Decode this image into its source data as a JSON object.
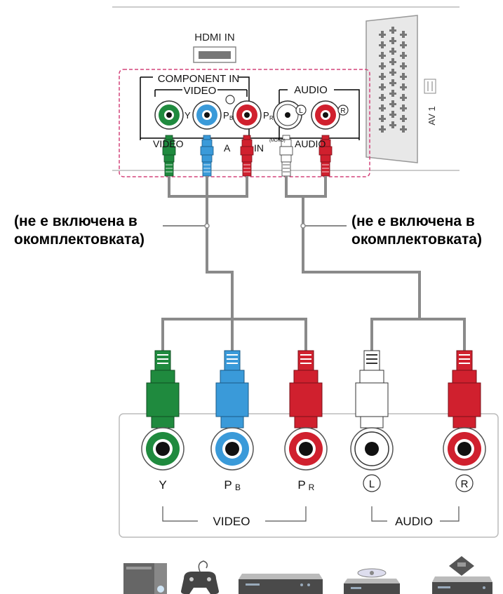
{
  "tv_panel": {
    "hdmi_label": "HDMI IN",
    "component_in_label": "COMPONENT IN",
    "video_label": "VIDEO",
    "audio_label": "AUDIO",
    "port_y": "Y",
    "port_pb": "P",
    "port_pb_sub": "B",
    "port_pr": "P",
    "port_pr_sub": "R",
    "port_l": "L",
    "port_r": "R",
    "av_in_fragment_video": "VIDEO",
    "av_in_fragment_a": "A",
    "av_in_fragment_in": "IN",
    "av_in_fragment_audio": "AUDIO",
    "mono_label": "(MONO)",
    "scart_label": "AV 1"
  },
  "notes": {
    "left_line1": "(не е включена в",
    "left_line2": "окомплектовката)",
    "right_line1": "(не е включена в",
    "right_line2": "окомплектовката)"
  },
  "device_panel": {
    "y": "Y",
    "pb": "P",
    "pb_sub": "B",
    "pr": "P",
    "pr_sub": "R",
    "l": "L",
    "r": "R",
    "video": "VIDEO",
    "audio": "AUDIO"
  },
  "colors": {
    "green": "#1f8a3e",
    "blue": "#3a9ad9",
    "red": "#d0202e",
    "white": "#ffffff",
    "cable": "#8a8a8a",
    "dashed_border": "#d4437a"
  },
  "devices": [
    "pc-tower-icon",
    "game-controller-icon",
    "set-top-box-icon",
    "dvd-player-icon",
    "vcr-icon"
  ]
}
